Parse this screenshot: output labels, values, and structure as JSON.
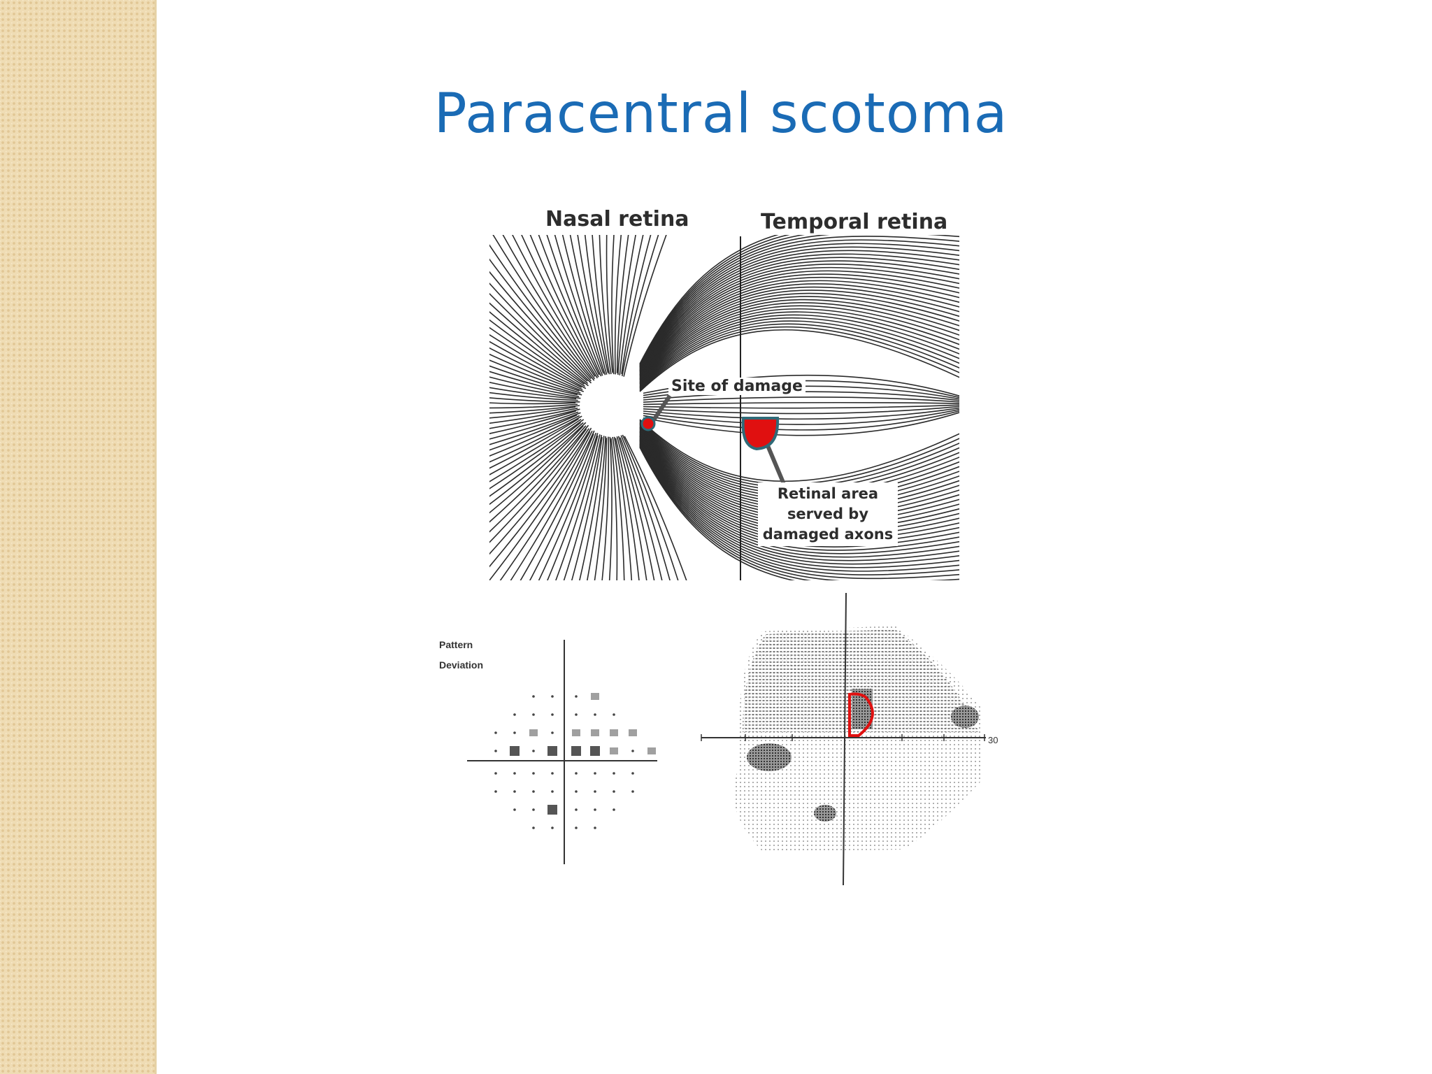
{
  "slide": {
    "title": "Paracentral scotoma"
  },
  "retina_diagram": {
    "nasal_label": "Nasal retina",
    "temporal_label": "Temporal retina",
    "damage_label": "Site of damage",
    "area_label_lines": [
      "Retinal area",
      "served by",
      "damaged axons"
    ]
  },
  "pattern_deviation": {
    "label_line1": "Pattern",
    "label_line2": "Deviation"
  },
  "visual_field": {
    "axis_tick_label": "30"
  },
  "colors": {
    "title": "#1a6bb5",
    "highlight_red": "#e01010",
    "outline_teal": "#2f6a78",
    "sidebar": "#efdcb4"
  }
}
